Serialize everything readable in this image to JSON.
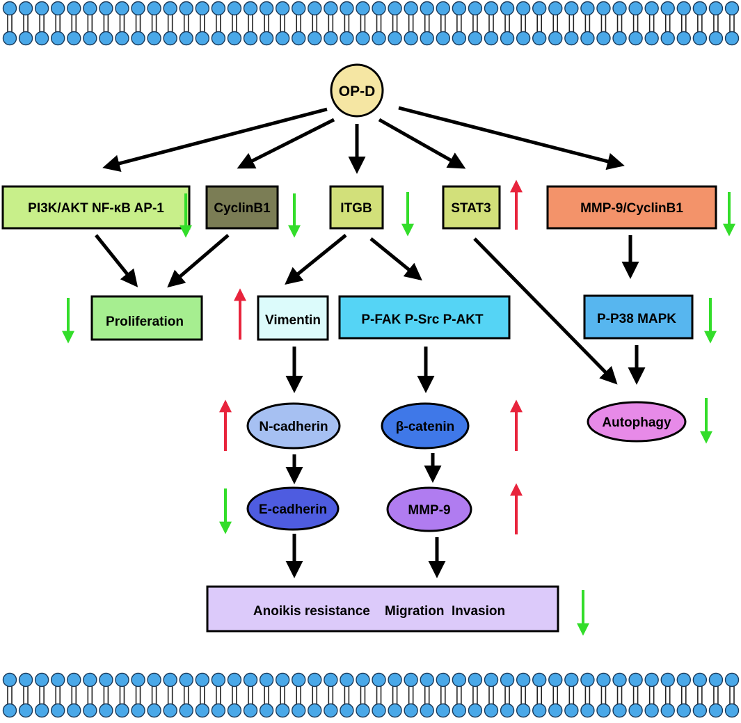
{
  "diagram": {
    "root": {
      "label": "OP-D",
      "fill": "#f5e6a3"
    },
    "row1": [
      {
        "id": "pi3k",
        "label": "PI3K/AKT  NF-κB  AP-1",
        "fill": "#c8ef8a",
        "trend": "down"
      },
      {
        "id": "cyclinb1",
        "label": "CyclinB1",
        "fill": "#7b7d55",
        "trend": "down"
      },
      {
        "id": "itgb",
        "label": "ITGB",
        "fill": "#d2e07a",
        "trend": "down"
      },
      {
        "id": "stat3",
        "label": "STAT3",
        "fill": "#d2e07a",
        "trend": "up"
      },
      {
        "id": "mmp9cyclin",
        "label": "MMP-9/CyclinB1",
        "fill": "#f3936a",
        "trend": "down"
      }
    ],
    "row2": [
      {
        "id": "proliferation",
        "label": "Proliferation",
        "fill": "#a6ee90",
        "trend": "down"
      },
      {
        "id": "vimentin",
        "label": "Vimentin",
        "fill": "#dcfbfb",
        "trend": "up"
      },
      {
        "id": "pfak",
        "label": "P-FAK  P-Src  P-AKT",
        "fill": "#55d4f5"
      },
      {
        "id": "pp38",
        "label": "P-P38  MAPK",
        "fill": "#57b6ef",
        "trend": "down"
      }
    ],
    "ovals": [
      {
        "id": "ncadherin",
        "label": "N-cadherin",
        "fill": "#a6c0f2",
        "trend": "up"
      },
      {
        "id": "bcatenin",
        "label": "β-catenin",
        "fill": "#3f78e8",
        "trend": "up"
      },
      {
        "id": "autophagy",
        "label": "Autophagy",
        "fill": "#e78ae8",
        "trend": "down"
      },
      {
        "id": "ecadherin",
        "label": "E-cadherin",
        "fill": "#4e5ce0",
        "trend": "down"
      },
      {
        "id": "mmp9",
        "label": "MMP-9",
        "fill": "#b07cf0",
        "trend": "up"
      }
    ],
    "outcome": {
      "label": "Anoikis resistance    Migration  Invasion",
      "fill": "#dccafa",
      "trend": "down"
    },
    "colors": {
      "membrane_head": "#4aa8e8",
      "arrow": "#000000",
      "up_arrow": "#e8243c",
      "down_arrow": "#33dd2a"
    }
  }
}
